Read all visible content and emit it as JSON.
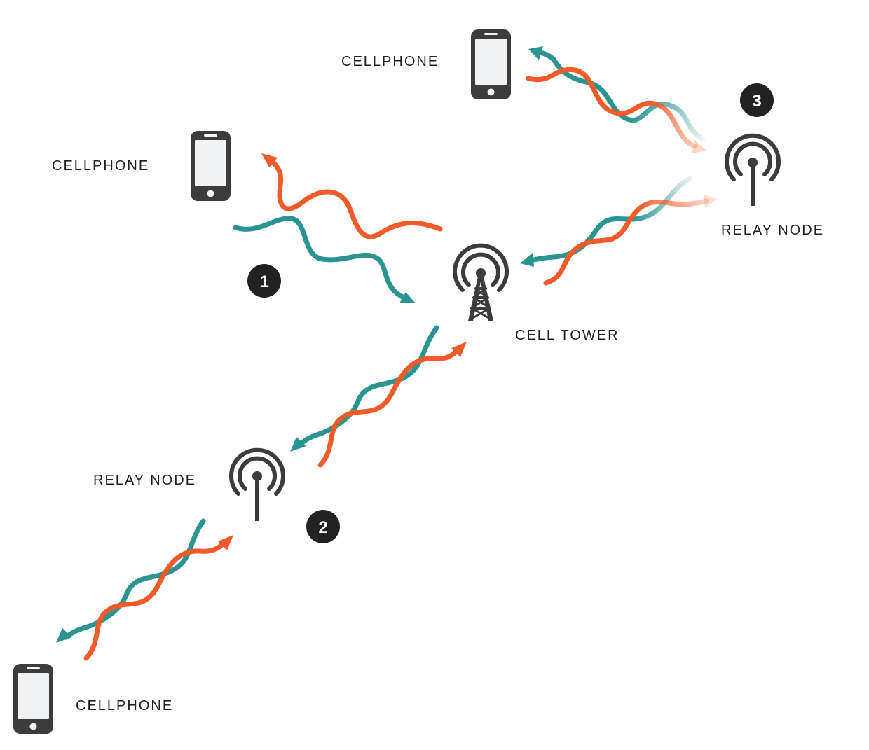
{
  "colors": {
    "orange": "#f15a29",
    "teal": "#2a9490",
    "dark": "#3c3c3c",
    "screen": "#f1f2f4",
    "badge": "#222222",
    "label": "#231f20"
  },
  "icons": {
    "phone": "smartphone-icon",
    "tower": "cell-tower-icon",
    "relay": "relay-antenna-icon"
  },
  "labels": {
    "cellphone_top": "CELLPHONE",
    "cellphone_left": "CELLPHONE",
    "cellphone_bottom": "CELLPHONE",
    "cell_tower": "CELL TOWER",
    "relay_node_right": "RELAY NODE",
    "relay_node_left": "RELAY NODE"
  },
  "badges": {
    "one": "1",
    "two": "2",
    "three": "3"
  }
}
